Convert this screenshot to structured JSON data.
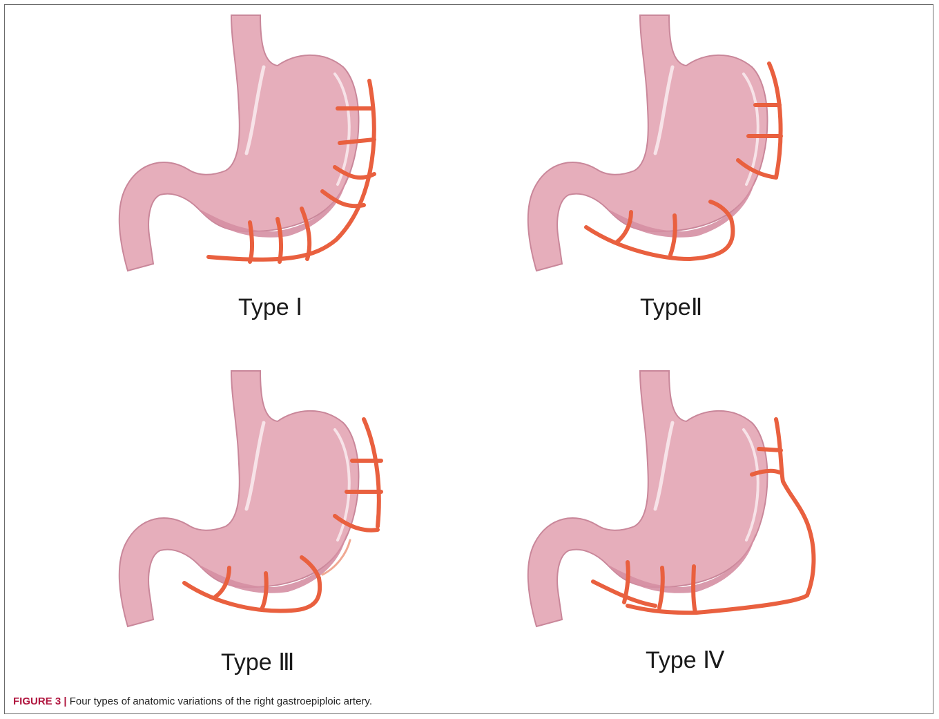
{
  "colors": {
    "stomach_fill": "#e6aebb",
    "stomach_shade": "#d58fa3",
    "stomach_edge": "#c9879a",
    "highlight": "#f7e3e8",
    "artery": "#e9603f",
    "artery_faint": "#f0a892",
    "border": "#6b6b6b",
    "caption_accent": "#b0153e"
  },
  "panels": [
    {
      "type_label": "Type Ⅰ",
      "variant": "type-1"
    },
    {
      "type_label": "TypeⅡ",
      "variant": "type-2"
    },
    {
      "type_label": "Type Ⅲ",
      "variant": "type-3"
    },
    {
      "type_label": "Type Ⅳ",
      "variant": "type-4"
    }
  ],
  "caption": {
    "figure_label": "FIGURE 3 |",
    "text": " Four types of anatomic variations of the right gastroepiploic artery."
  }
}
